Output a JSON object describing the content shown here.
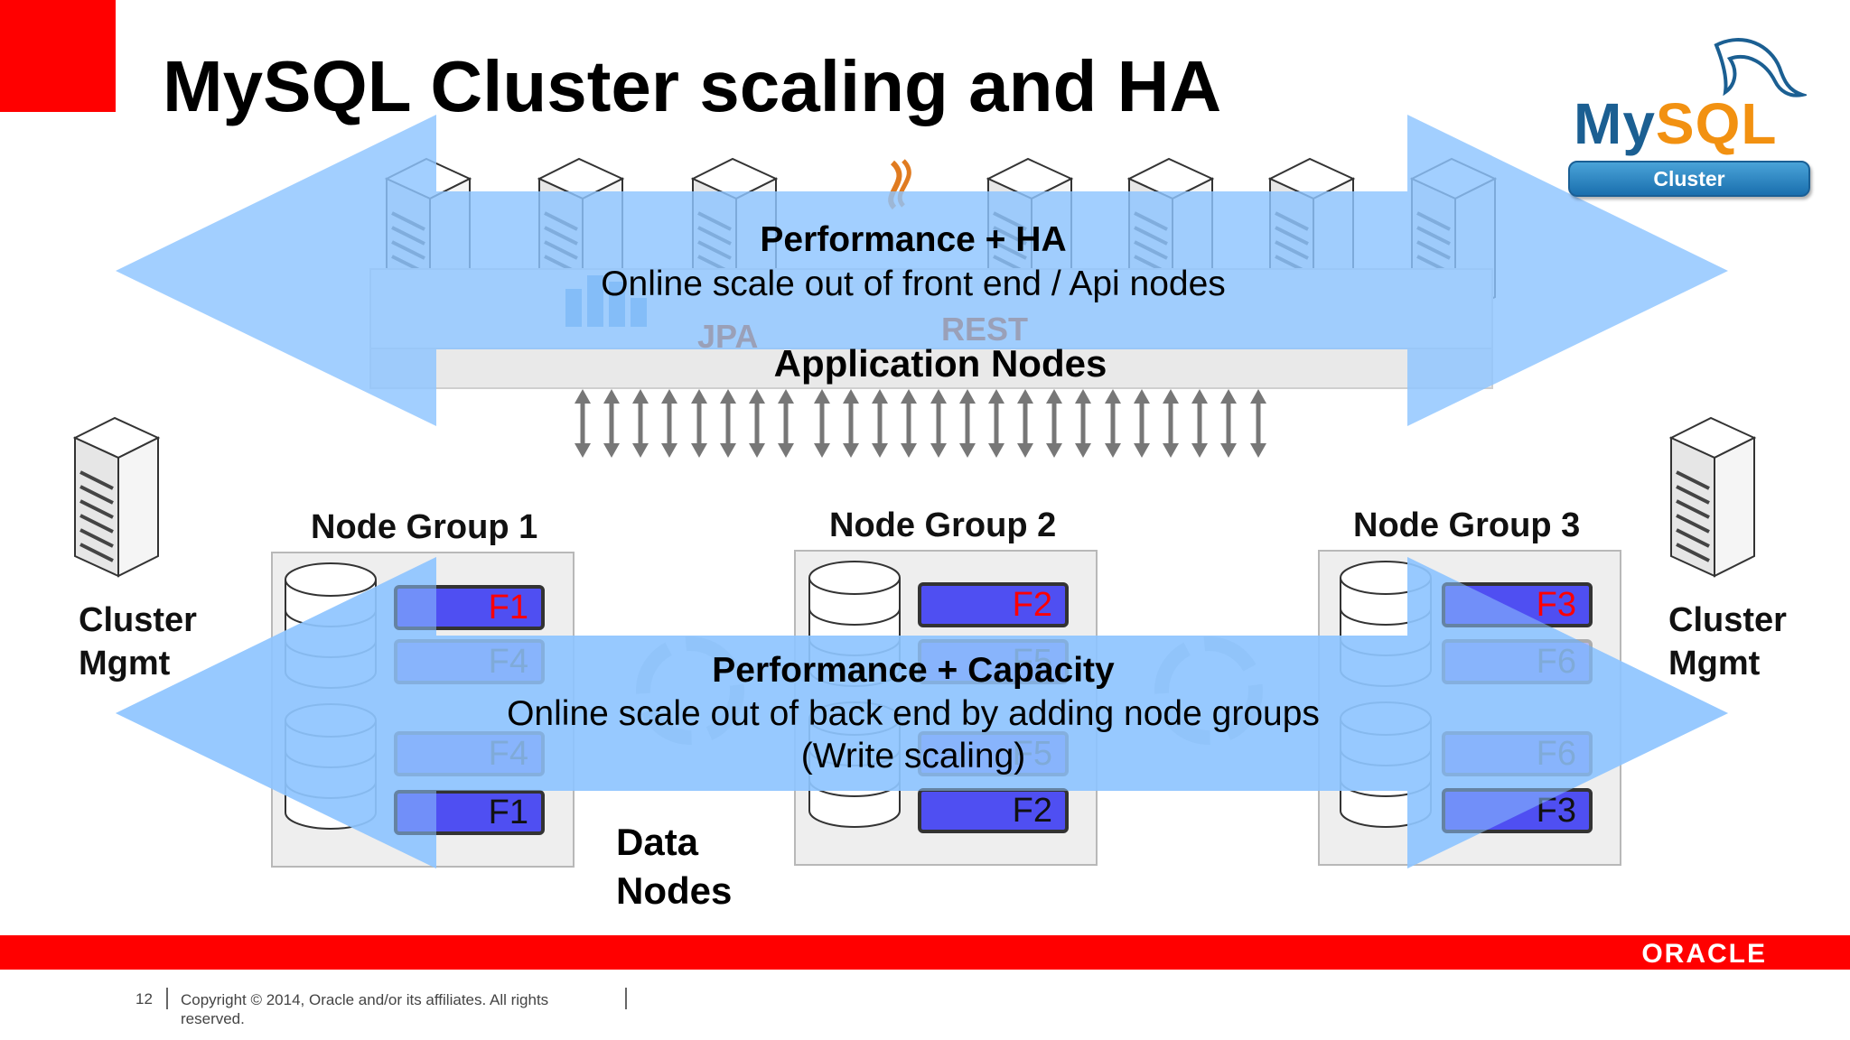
{
  "slide": {
    "title": "MySQL Cluster scaling and HA"
  },
  "logo": {
    "mysql_my": "My",
    "mysql_sql": "SQL",
    "badge": "Cluster"
  },
  "top_arrow": {
    "heading": "Performance + HA",
    "text": "Online scale out of front end / Api nodes"
  },
  "bottom_arrow": {
    "heading": "Performance + Capacity",
    "text": "Online scale out of back end by adding node groups",
    "note": "(Write scaling)"
  },
  "application_layer": {
    "label": "Application Nodes",
    "api_labels": [
      "JPA",
      "REST"
    ]
  },
  "cluster_mgmt": {
    "left_line1": "Cluster",
    "left_line2": "Mgmt",
    "right_line1": "Cluster",
    "right_line2": "Mgmt"
  },
  "node_groups": [
    {
      "title": "Node Group 1",
      "fragments": [
        "F1",
        "F4",
        "F4",
        "F1"
      ]
    },
    {
      "title": "Node Group 2",
      "fragments": [
        "F2",
        "F5",
        "F5",
        "F2"
      ]
    },
    {
      "title": "Node Group 3",
      "fragments": [
        "F3",
        "F6",
        "F6",
        "F3"
      ]
    }
  ],
  "data_nodes": {
    "line1": "Data",
    "line2": "Nodes"
  },
  "footer": {
    "page_number": "12",
    "copyright": "Copyright © 2014, Oracle and/or its affiliates. All rights reserved.",
    "brand": "ORACLE"
  },
  "colors": {
    "accent_red": "#ff0000",
    "arrow_blue": "#8ec4ff",
    "fragment_blue": "#4f4ff2",
    "primary_fragment_text": "#ff0000"
  }
}
